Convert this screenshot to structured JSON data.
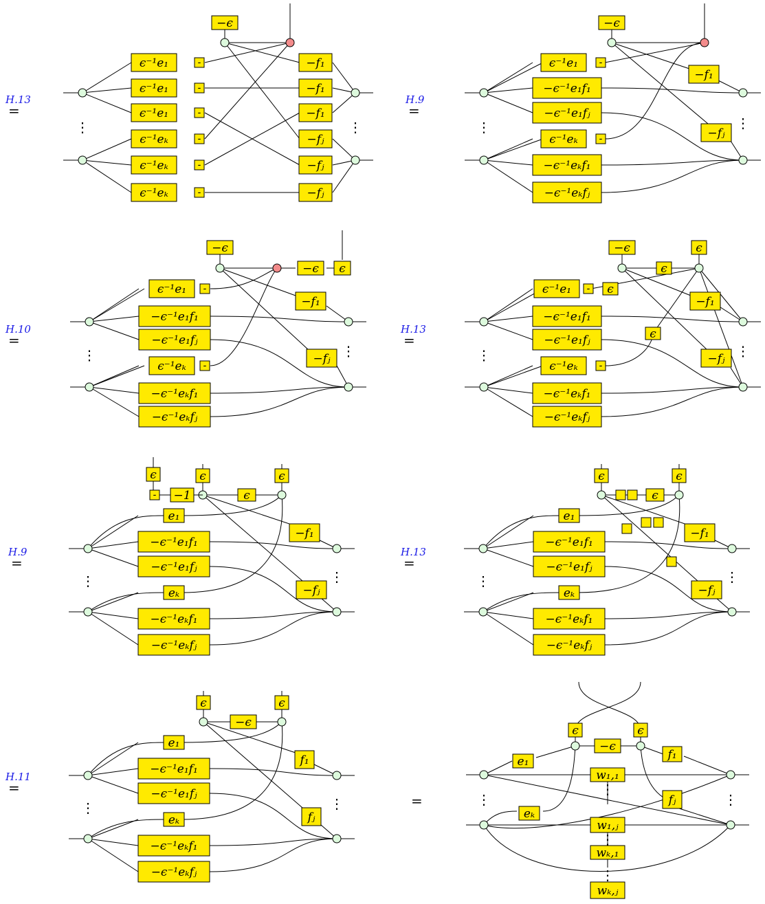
{
  "colors": {
    "box_fill": "#ffea00",
    "green_spider": "#ddfadd",
    "red_spider": "#f38b8b",
    "rule_text": "#1a1ae6"
  },
  "symbols": {
    "equals": "=",
    "ellipsis": "⋮"
  },
  "steps": [
    {
      "rule": "H.13"
    },
    {
      "rule": "H.9"
    },
    {
      "rule": "H.10"
    },
    {
      "rule": "H.13"
    },
    {
      "rule": "H.9"
    },
    {
      "rule": "H.13"
    },
    {
      "rule": "H.11"
    },
    {
      "rule": ""
    }
  ],
  "labels": {
    "neg_eps": "−ϵ",
    "eps": "ϵ",
    "minus_one": "−1",
    "small_minus": "-",
    "inv_e1": "ϵ⁻¹e₁",
    "inv_ek": "ϵ⁻¹eₖ",
    "neg_f1": "−f₁",
    "neg_fj": "−fⱼ",
    "f1": "f₁",
    "fj": "fⱼ",
    "e1": "e₁",
    "ek": "eₖ",
    "w_e1f1": "−ϵ⁻¹e₁f₁",
    "w_e1fj": "−ϵ⁻¹e₁fⱼ",
    "w_ekf1": "−ϵ⁻¹eₖf₁",
    "w_ekfj": "−ϵ⁻¹eₖfⱼ",
    "w11": "w₁,₁",
    "w1j": "w₁,ⱼ",
    "wk1": "wₖ,₁",
    "wkj": "wₖ,ⱼ"
  }
}
